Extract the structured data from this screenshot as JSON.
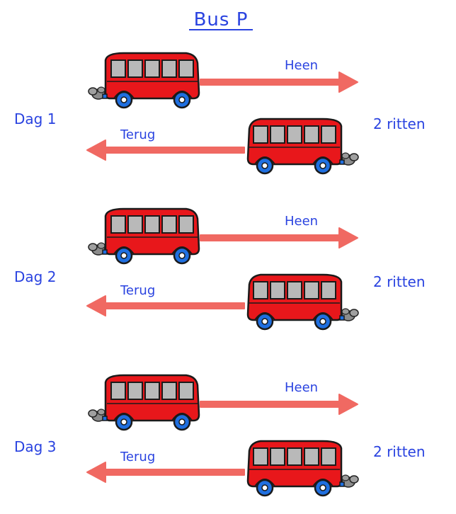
{
  "title": "Bus P",
  "colors": {
    "text": "#2a43e0",
    "bus_body": "#e8171b",
    "bus_outline": "#1a1a1a",
    "window": "#b9b9b9",
    "wheel": "#1f6fe0",
    "arrow": "#f0625a",
    "exhaust": "#8c8c8c"
  },
  "days": [
    {
      "label": "Dag 1",
      "trips": "2 ritten",
      "outbound": "Heen",
      "return": "Terug"
    },
    {
      "label": "Dag 2",
      "trips": "2 ritten",
      "outbound": "Heen",
      "return": "Terug"
    },
    {
      "label": "Dag 3",
      "trips": "2 ritten",
      "outbound": "Heen",
      "return": "Terug"
    }
  ],
  "icons": {
    "bus": "bus-icon",
    "exhaust": "exhaust-smoke-icon",
    "arrow_right": "arrow-right-icon",
    "arrow_left": "arrow-left-icon"
  }
}
